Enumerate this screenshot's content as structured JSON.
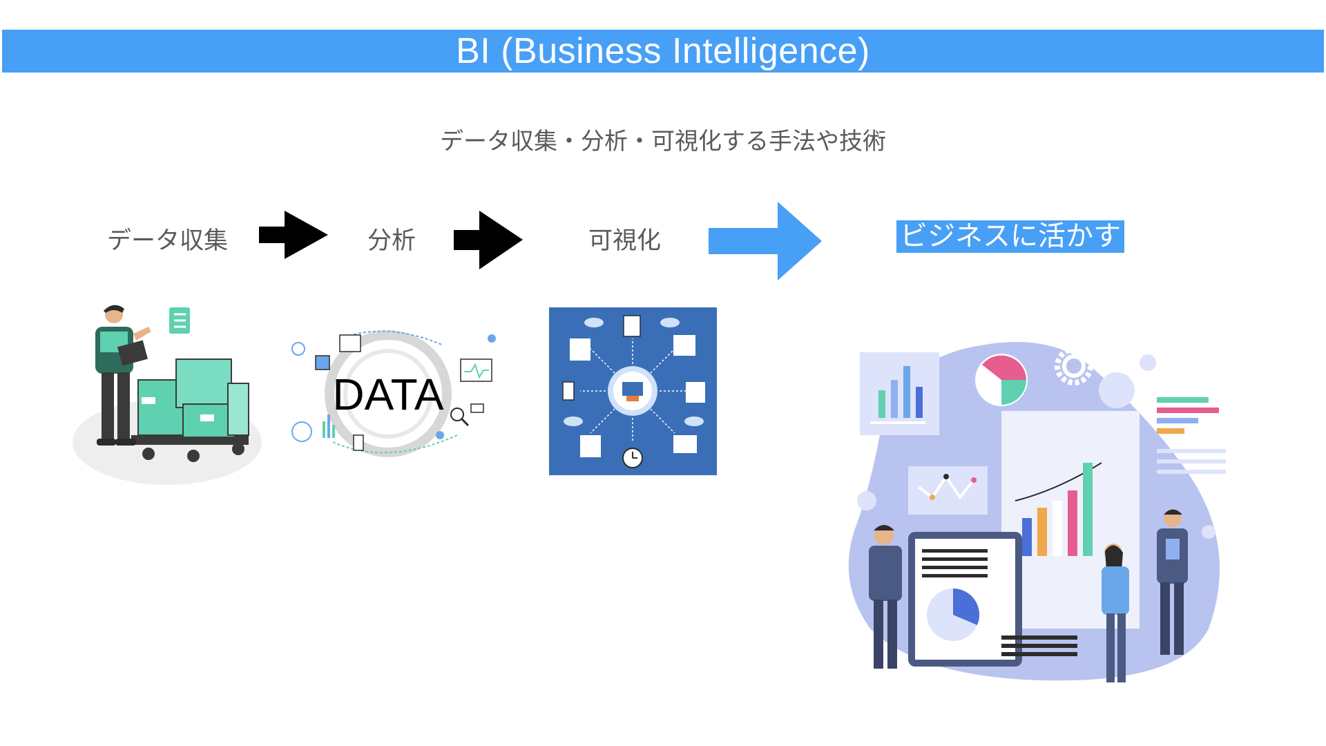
{
  "banner": {
    "title": "BI (Business Intelligence)"
  },
  "subtitle": "データ収集・分析・可視化する手法や技術",
  "flow": {
    "step1": "データ収集",
    "step2": "分析",
    "step3": "可視化",
    "result": "ビジネスに活かす"
  },
  "illustrations": {
    "data_word": "DATA"
  },
  "colors": {
    "accent": "#489ff6",
    "text": "#5a5a5a",
    "box_green": "#5fd0b0",
    "panel_blue": "#3a6fb8"
  },
  "icons": [
    "arrow-right-black-icon",
    "arrow-right-blue-icon",
    "clock-icon",
    "gear-icon",
    "cloud-icon"
  ]
}
